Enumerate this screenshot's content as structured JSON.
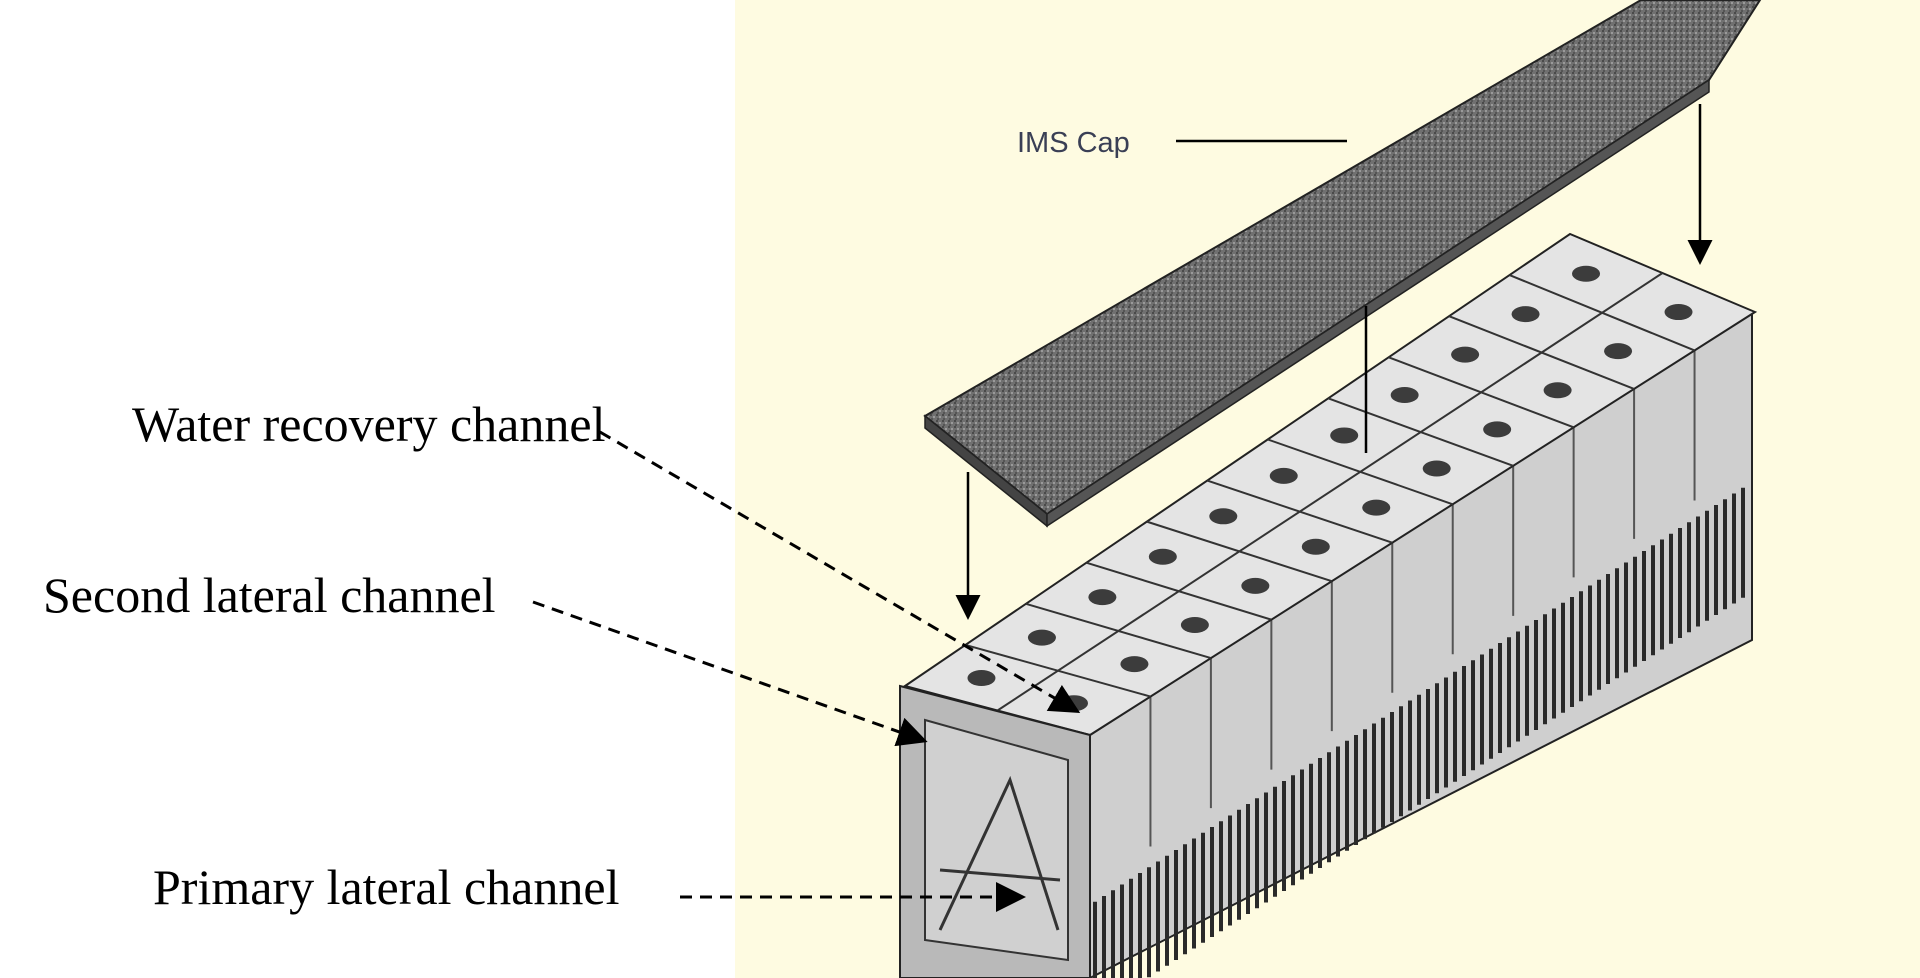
{
  "labels": {
    "ims_cap": "IMS Cap",
    "water_recovery": "Water recovery channel",
    "second_lateral": "Second lateral channel",
    "primary_lateral": "Primary lateral channel"
  },
  "colors": {
    "background_left": "#ffffff",
    "background_right": "#fefbe1",
    "cap": "#6f6f6f",
    "module_light": "#d9d9d9",
    "module_dark": "#3c3c3c"
  }
}
